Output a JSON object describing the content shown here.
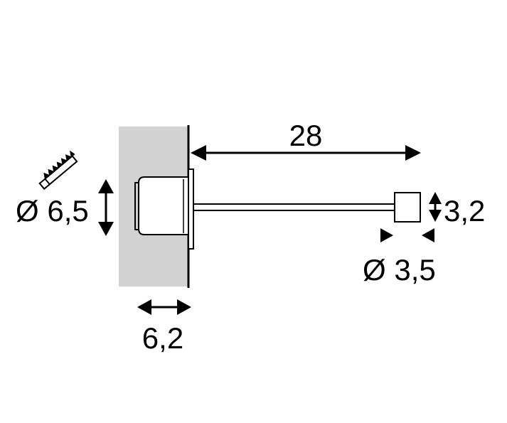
{
  "dimensions": {
    "cable_length": "28",
    "hole_diameter": "Ø 6,5",
    "depth": "6,2",
    "end_height": "3,2",
    "end_diameter": "Ø 3,5"
  },
  "icons": {
    "saw": "hole-saw-icon"
  },
  "colors": {
    "wall": "#d2d2d2",
    "stroke": "#000000",
    "background": "#ffffff"
  }
}
